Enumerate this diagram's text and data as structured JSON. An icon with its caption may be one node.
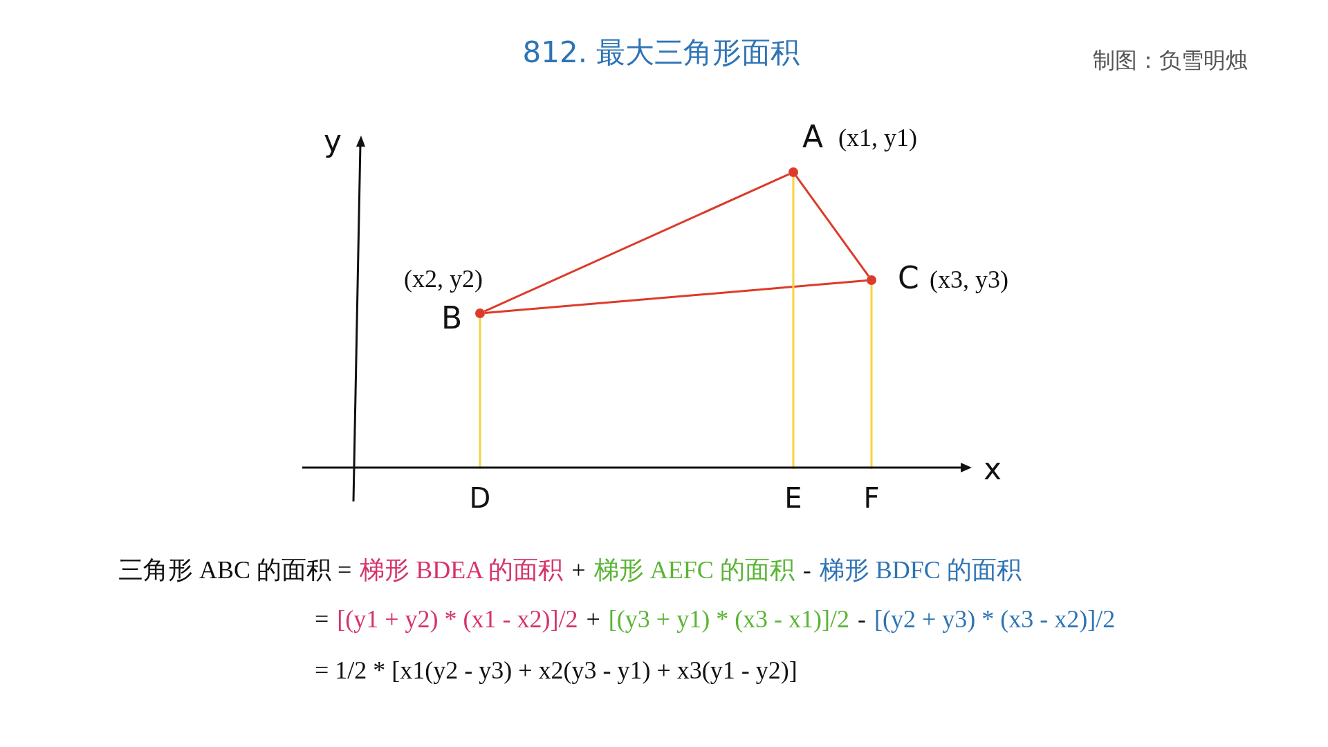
{
  "diagram": {
    "title": "812. 最大三角形面积",
    "nodes": [
      {
        "text": [],
        "shape": "circle"
      },
      {
        "text": [],
        "shape": "circle"
      },
      {
        "text": [],
        "shape": "circle"
      },
      {
        "text": [
          "D"
        ]
      },
      {
        "text": [
          "E"
        ]
      },
      {
        "text": [
          "F"
        ]
      }
    ],
    "edges": [
      {
        "from": 0,
        "to": 2,
        "arrow": "none"
      },
      {
        "from": 2,
        "to": 1,
        "arrow": "none"
      },
      {
        "from": 1,
        "to": 0,
        "arrow": "none"
      },
      {
        "from": 2,
        "to": 3,
        "arrow": "none",
        "color": "#f7d13f"
      },
      {
        "from": 0,
        "to": 4,
        "arrow": "none",
        "color": "#f7d13f"
      },
      {
        "from": 1,
        "to": 5,
        "arrow": "none",
        "color": "#f7d13f"
      }
    ],
    "labels": [
      "制图：负雪明烛",
      "y",
      "A",
      "(x1, y1)",
      "(x2, y2)",
      "C",
      "(x3, y3)",
      "B",
      "x",
      "三角形 ABC 的面积 =",
      "梯形 BDEA 的面积",
      "+",
      "梯形 AEFC 的面积",
      "-",
      "梯形 BDFC 的面积",
      "=",
      "[(y1 + y2) * (x1 - x2)]/2",
      "+",
      "[(y3 + y1) * (x3 - x1)]/2",
      "-",
      "[(y2 + y3) * (x3 - x2)]/2",
      "= 1/2 * [x1(y2 - y3) + x2(y3 - y1) + x3(y1 - y2)]"
    ]
  }
}
